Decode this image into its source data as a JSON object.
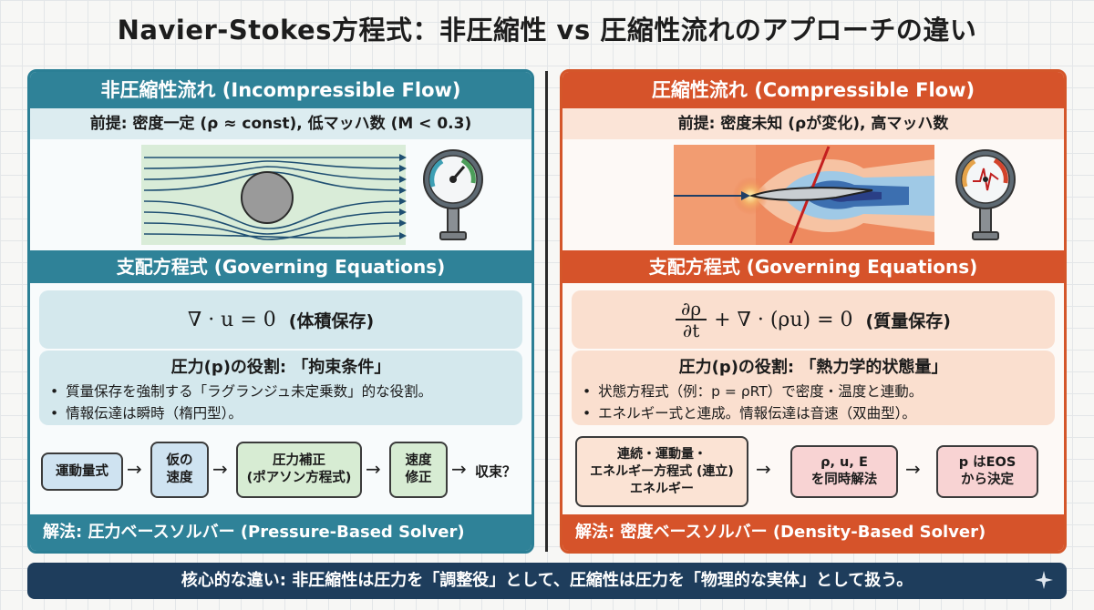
{
  "title": "Navier-Stokes方程式：非圧縮性 vs 圧縮性流れのアプローチの違い",
  "left": {
    "header": "非圧縮性流れ (Incompressible Flow)",
    "premise": "前提: 密度一定 (ρ ≈ const), 低マッハ数 (M < 0.3)",
    "governing_header": "支配方程式 (Governing Equations)",
    "equation": "∇ · u = 0",
    "equation_note": "(体積保存)",
    "role_title": "圧力(p)の役割: 「拘束条件」",
    "bullets": [
      "質量保存を強制する「ラグランジュ未定乗数」的な役割。",
      "情報伝達は瞬時（楕円型）。"
    ],
    "flow_steps": [
      "運動量式",
      "仮の\n速度",
      "圧力補正\n(ポアソン方程式)",
      "速度\n修正"
    ],
    "flow_end": "収束？",
    "footer": "解法: 圧力ベースソルバー (Pressure-Based Solver)"
  },
  "right": {
    "header": "圧縮性流れ (Compressible Flow)",
    "premise": "前提: 密度未知 (ρが変化), 高マッハ数",
    "governing_header": "支配方程式 (Governing Equations)",
    "equation_num": "∂ρ",
    "equation_den": "∂t",
    "equation_rest": "+ ∇ · (ρu) = 0",
    "equation_note": "(質量保存)",
    "role_title": "圧力(p)の役割: 「熱力学的状態量」",
    "bullets": [
      "状態方程式（例：p = ρRT）で密度・温度と連動。",
      "エネルギー式と連成。情報伝達は音速（双曲型）。"
    ],
    "flow_steps": [
      "連続・運動量・\nエネルギー方程式 (連立)\nエネルギー",
      "ρ, u, E\nを同時解法",
      "p はEOS\nから決定"
    ],
    "footer": "解法: 密度ベースソルバー (Density-Based Solver)"
  },
  "bottom_message": "核心的な違い: 非圧縮性は圧力を「調整役」として、圧縮性は圧力を「物理的な実体」として扱う。",
  "colors": {
    "incompressible": "#2f8298",
    "compressible": "#d6532a",
    "bottom_bar": "#1e3d5c"
  },
  "icons": [
    "pressure-gauge-icon",
    "cylinder-streamlines-illustration",
    "airfoil-shock-illustration",
    "sparkle-icon"
  ]
}
